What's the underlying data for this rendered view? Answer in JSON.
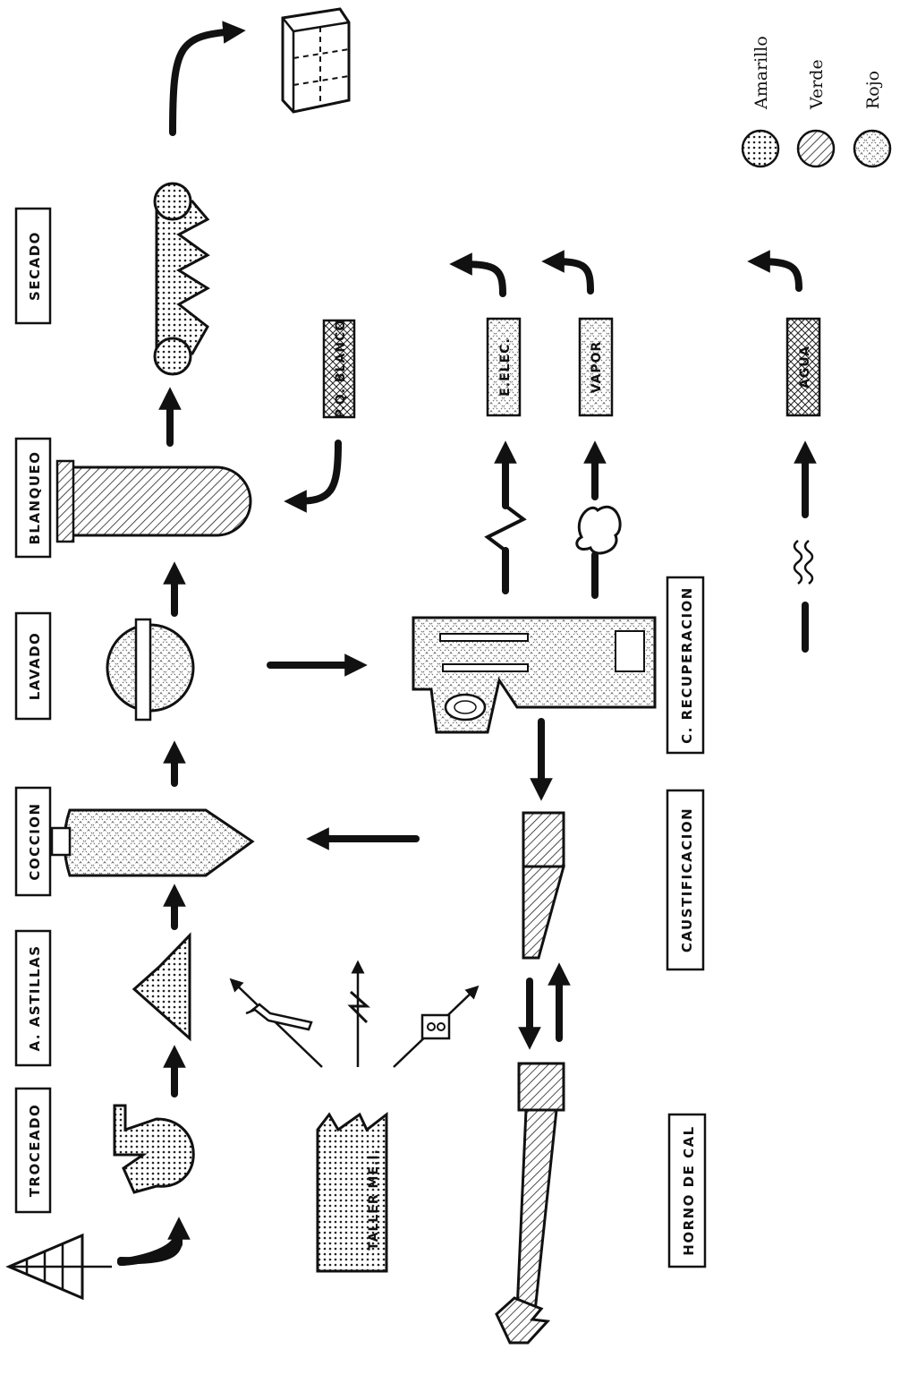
{
  "stages": {
    "troceado": "TROCEADO",
    "astillas": "A. ASTILLAS",
    "coccion": "COCCION",
    "lavado": "LAVADO",
    "blanqueo": "BLANQUEO",
    "secado": "SECADO"
  },
  "lower_stages": {
    "horno": "HORNO DE CAL",
    "caustificacion": "CAUSTIFICACION",
    "recuperacion": "C. RECUPERACION"
  },
  "products": {
    "taller": "TALLER ME.I.",
    "blanco": "P.Q. BLANCO",
    "energia": "E.ELEC.",
    "vapor": "VAPOR",
    "agua": "AGUA"
  },
  "legend": {
    "amarillo": "Amarillo",
    "verde": "Verde",
    "rojo": "Rojo"
  },
  "colors": {
    "ink": "#111111",
    "paper": "#ffffff"
  }
}
